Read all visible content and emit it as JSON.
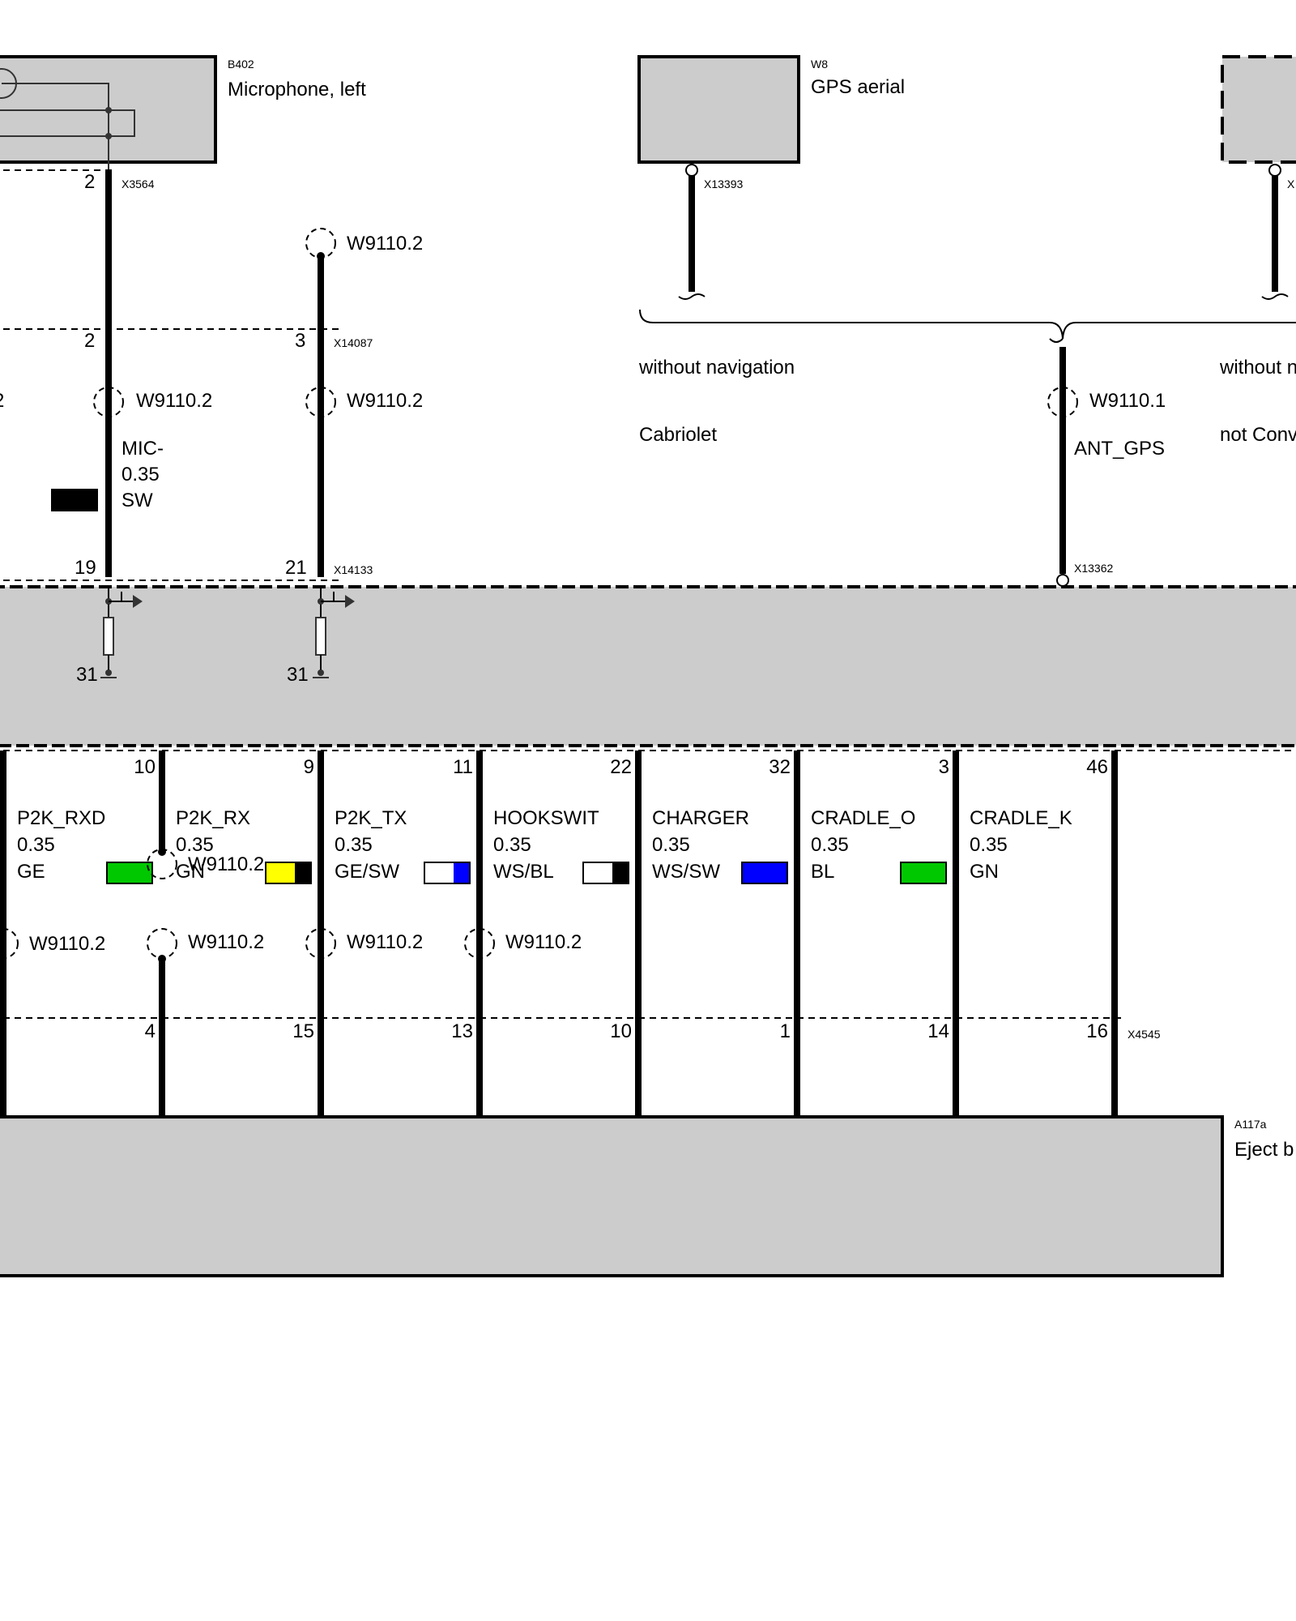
{
  "components": {
    "b402": {
      "code": "B402",
      "name": "Microphone, left"
    },
    "w8": {
      "code": "W8",
      "name": "GPS aerial"
    },
    "a117a": {
      "code": "A117a",
      "name": "Eject b"
    }
  },
  "connectors": {
    "x3564": "X3564",
    "x13393": "X13393",
    "x_right": "X",
    "x14087": "X14087",
    "x14133": "X14133",
    "x13362": "X13362",
    "x4545": "X4545"
  },
  "conditions": {
    "without_nav": "without navigation",
    "cabriolet": "Cabriolet",
    "without_right": "without n",
    "not_conv": "not Conv"
  },
  "shields": {
    "top_mic": "W9110.2",
    "top_b": "W9110.2",
    "mid_a": "W9110.2",
    "mid_left_cut": "2",
    "gps": "W9110.1",
    "bot_rxd_upper": "W9110.2",
    "bot_0": "W9110.2",
    "bot_1": "W9110.2",
    "bot_2": "W9110.2",
    "bot_3": "W9110.2"
  },
  "signals": {
    "mic": {
      "name": "MIC-",
      "size": "0.35",
      "color": "SW",
      "swatch": [
        "#000000",
        "#000000"
      ]
    },
    "ant": {
      "name": "ANT_GPS"
    },
    "bottom": [
      {
        "name": "P2K_RXD",
        "size": "0.35",
        "color": "GE",
        "swatch": [
          "#00c800",
          "#00c800"
        ]
      },
      {
        "name": "P2K_RX",
        "size": "0.35",
        "color": "GN",
        "swatch": [
          "#ffff00",
          "#000000"
        ]
      },
      {
        "name": "P2K_TX",
        "size": "0.35",
        "color": "GE/SW",
        "swatch": [
          "#ffffff",
          "#0000ff"
        ]
      },
      {
        "name": "HOOKSWIT",
        "size": "0.35",
        "color": "WS/BL",
        "swatch": [
          "#ffffff",
          "#000000"
        ]
      },
      {
        "name": "CHARGER",
        "size": "0.35",
        "color": "WS/SW",
        "swatch": [
          "#0000ff",
          "#0000ff"
        ]
      },
      {
        "name": "CRADLE_O",
        "size": "0.35",
        "color": "BL",
        "swatch": [
          "#00c800",
          "#00c800"
        ]
      },
      {
        "name": "CRADLE_K",
        "size": "0.35",
        "color": "GN",
        "swatch": null
      }
    ]
  },
  "pins": {
    "mic_top": "2",
    "mic_mid": "2",
    "b_mid": "3",
    "mic_module": "19",
    "b_module": "21",
    "gnd1": "31",
    "gnd2": "31",
    "module_bottom": [
      "10",
      "9",
      "11",
      "22",
      "32",
      "3",
      "46"
    ],
    "eject": [
      "4",
      "15",
      "13",
      "10",
      "1",
      "14",
      "16"
    ]
  }
}
